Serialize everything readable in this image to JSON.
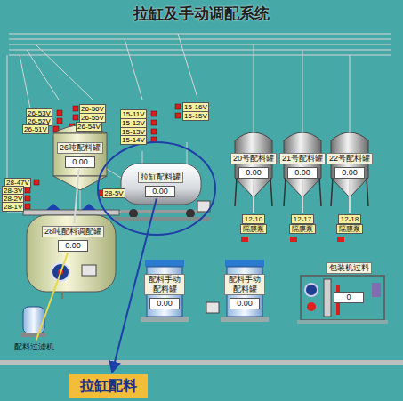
{
  "diagram": {
    "title": "拉缸及手动调配系统",
    "nodes": [
      {
        "text": [
          "26吨配料罐",
          "0.00"
        ]
      },
      {
        "text": [
          "28吨配料调配罐",
          "0.00"
        ]
      },
      {
        "text": [
          "配料过滤机"
        ]
      },
      {
        "text": [
          "拉缸配料罐",
          "0.00"
        ]
      },
      {
        "text": [
          "20号配料罐",
          "0.00"
        ]
      },
      {
        "text": [
          "21号配料罐",
          "0.00"
        ]
      },
      {
        "text": [
          "22号配料罐",
          "0.00"
        ]
      },
      {
        "text": [
          "12-10",
          "隔膜泵"
        ]
      },
      {
        "text": [
          "12-17",
          "隔膜泵"
        ]
      },
      {
        "text": [
          "12-18",
          "隔膜泵"
        ]
      },
      {
        "text": [
          "配料手动配料罐",
          "0.00"
        ]
      },
      {
        "text": [
          "配料手动配料罐",
          "0.00"
        ]
      },
      {
        "text": [
          "包装机过料",
          "0"
        ]
      },
      {
        "text": [
          "拉缸配料"
        ]
      }
    ],
    "edges": [
      {
        "from": 0,
        "to": 1,
        "arrow": "none"
      },
      {
        "from": 1,
        "to": 2,
        "arrow": "none"
      },
      {
        "from": 4,
        "to": 7,
        "arrow": "none"
      },
      {
        "from": 5,
        "to": 8,
        "arrow": "none"
      },
      {
        "from": 6,
        "to": 9,
        "arrow": "none"
      },
      {
        "from": 3,
        "to": 13,
        "arrow": "to"
      }
    ],
    "labels": [
      "26-53V",
      "26-52V",
      "26-51V",
      "26-56V",
      "26-55V",
      "26-54V",
      "15-11V",
      "15-12V",
      "15-13V",
      "15-14V",
      "15-16V",
      "15-15V",
      "28-47V",
      "28-3V",
      "28-2V",
      "28-1V",
      "28-5V"
    ]
  }
}
